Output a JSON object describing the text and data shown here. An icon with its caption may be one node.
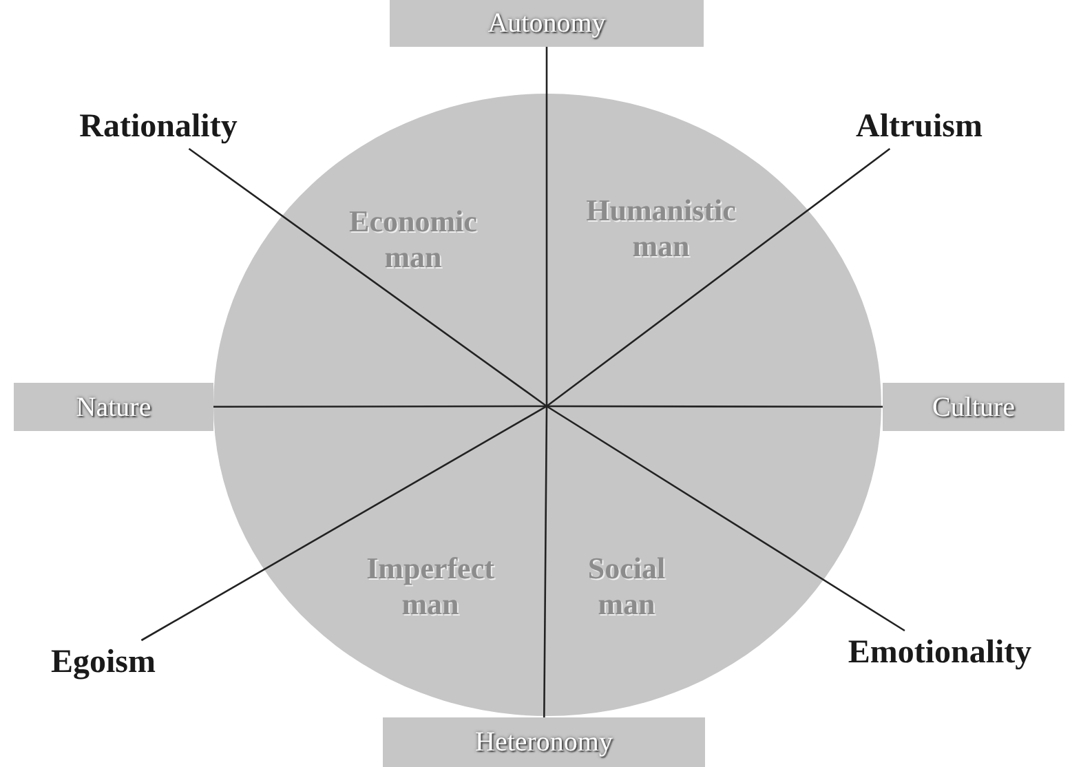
{
  "diagram": {
    "nodes": [
      {
        "text": [
          "Autonomy"
        ]
      },
      {
        "text": [
          "Rationality"
        ]
      },
      {
        "text": [
          "Altruism"
        ]
      },
      {
        "text": [
          "Economic man"
        ]
      },
      {
        "text": [
          "Humanistic man"
        ]
      },
      {
        "text": [
          "Nature"
        ]
      },
      {
        "text": [
          "Culture"
        ]
      },
      {
        "text": [
          "Imperfect man"
        ]
      },
      {
        "text": [
          "Social man"
        ]
      },
      {
        "text": [
          "Egoism"
        ]
      },
      {
        "text": [
          "Emotionality"
        ]
      },
      {
        "text": [
          "Heteronomy"
        ]
      }
    ],
    "edges": [
      {
        "from": 0,
        "to": 11,
        "arrow": "none"
      },
      {
        "from": 5,
        "to": 6,
        "arrow": "none"
      },
      {
        "from": 1,
        "to": 10,
        "arrow": "none"
      },
      {
        "from": 2,
        "to": 9,
        "arrow": "none"
      }
    ]
  }
}
